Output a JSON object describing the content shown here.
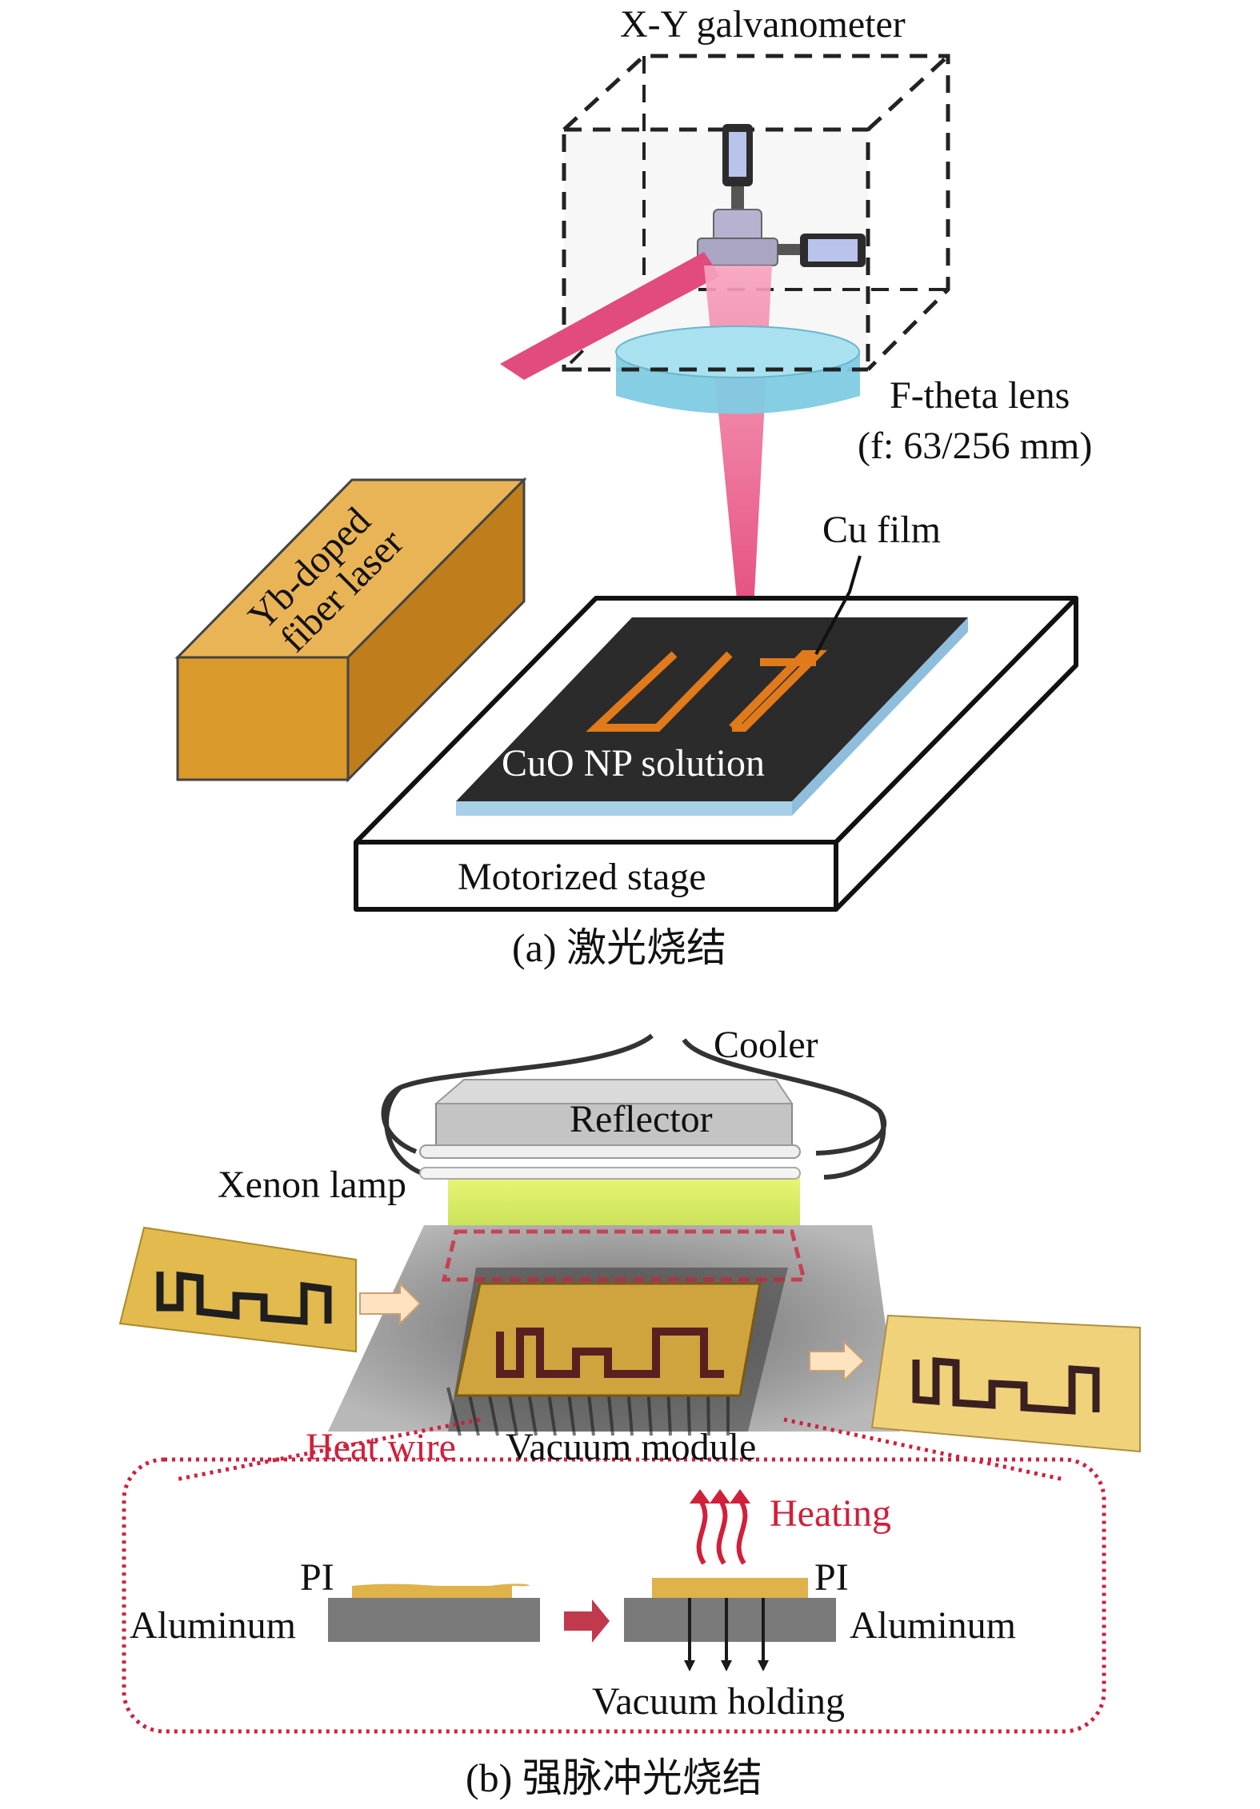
{
  "panel_a": {
    "labels": {
      "galvanometer": "X-Y galvanometer",
      "lens_name": "F-theta lens",
      "lens_focal": "(f: 63/256 mm)",
      "cu_film": "Cu film",
      "laser_line1": "Yb-doped",
      "laser_line2": "fiber laser",
      "solution": "CuO NP solution",
      "stage": "Motorized stage"
    },
    "caption": "(a) 激光烧结"
  },
  "panel_b": {
    "labels": {
      "cooler": "Cooler",
      "reflector": "Reflector",
      "xenon_lamp": "Xenon lamp",
      "heat_wire": "Heat wire",
      "vacuum_module": "Vacuum module",
      "heating": "Heating",
      "pi_left": "PI",
      "aluminum_left": "Aluminum",
      "pi_right": "PI",
      "aluminum_right": "Aluminum",
      "vacuum_holding": "Vacuum holding"
    },
    "caption": "(b) 强脉冲光烧结"
  },
  "colors": {
    "laser_box": "#d89a30",
    "laser_beam": "#e8457a",
    "lens": "#8fd3e8",
    "substrate": "#2b2b2b",
    "cu_pattern": "#e07a1a",
    "film_edge": "#a8cfe8",
    "lamp_light": "#d8f04a",
    "pi_film": "#e0b24a",
    "aluminum": "#7a7a7a",
    "accent_red": "#d0203a"
  },
  "icons": [
    "galvanometer-mirror-icon",
    "arrow-right-icon",
    "heating-wave-icon"
  ]
}
